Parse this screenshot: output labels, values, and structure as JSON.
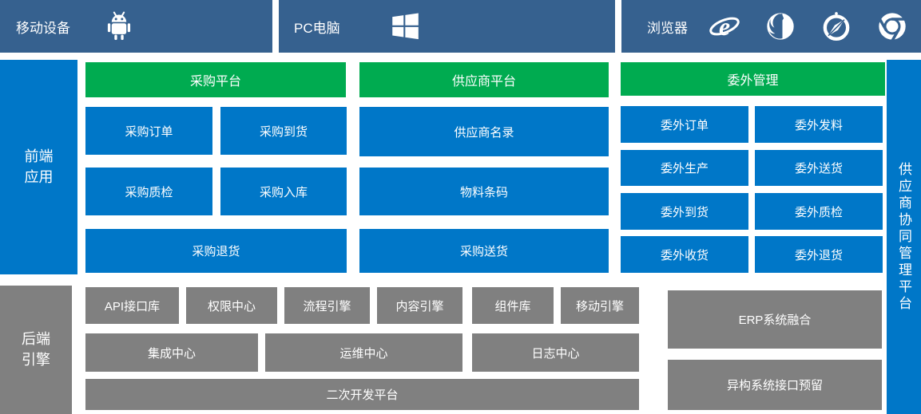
{
  "colors": {
    "top_band": "#36618F",
    "tile_blue": "#0077C8",
    "tile_green": "#00AB50",
    "tile_gray": "#808080",
    "text": "#FFFFFF"
  },
  "top_bar": {
    "mobile_label": "移动设备",
    "pc_label": "PC电脑",
    "browser_label": "浏览器",
    "icons": [
      "android-icon",
      "windows-icon",
      "ie-icon",
      "firefox-icon",
      "safari-icon",
      "chrome-icon"
    ]
  },
  "frontend": {
    "sidebar_label": "前端\n应用",
    "purchase": {
      "header": "采购平台",
      "buttons": [
        "采购订单",
        "采购到货",
        "采购质检",
        "采购入库",
        "采购退货"
      ]
    },
    "supplier": {
      "header": "供应商平台",
      "buttons": [
        "供应商名录",
        "物料条码",
        "采购送货"
      ]
    },
    "outsourcing": {
      "header": "委外管理",
      "buttons": [
        "委外订单",
        "委外发料",
        "委外生产",
        "委外送货",
        "委外到货",
        "委外质检",
        "委外收货",
        "委外退货"
      ]
    }
  },
  "backend": {
    "sidebar_label": "后端\n引擎",
    "row1": [
      "API接口库",
      "权限中心",
      "流程引擎",
      "内容引擎",
      "组件库",
      "移动引擎"
    ],
    "row2": [
      "集成中心",
      "运维中心",
      "日志中心"
    ],
    "row3": [
      "二次开发平台"
    ],
    "right_column": [
      "ERP系统融合",
      "异构系统接口预留"
    ]
  },
  "right_bar": {
    "label": "供应商协同管理平台"
  }
}
